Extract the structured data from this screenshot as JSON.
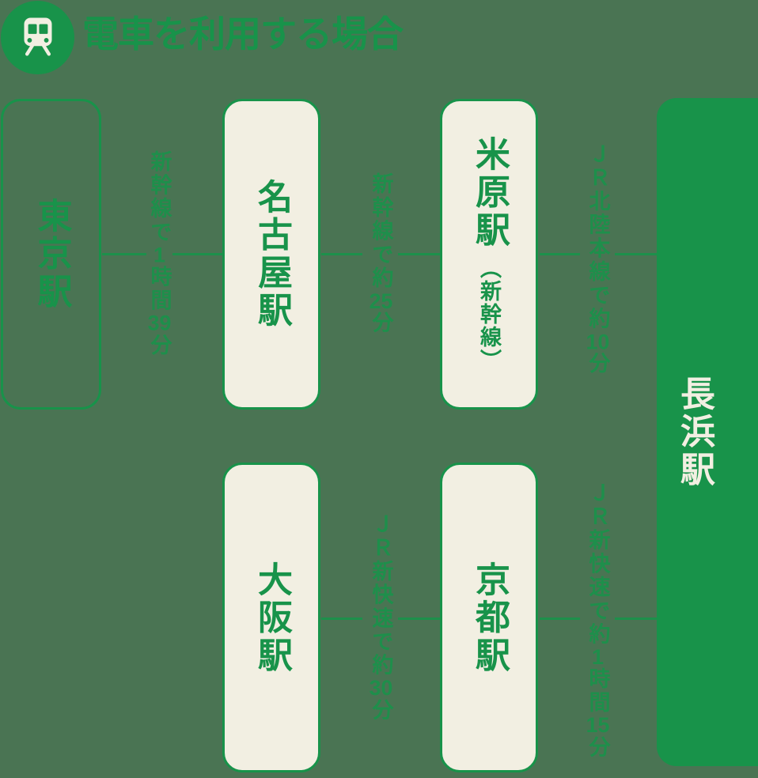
{
  "header": {
    "title": "電車を利用する場合",
    "icon": "train-icon"
  },
  "colors": {
    "background": "#4a7453",
    "accent_green": "#18934a",
    "cream": "#f2efe2"
  },
  "destination": {
    "name": "長浜駅"
  },
  "routes": {
    "shinkansen_route": {
      "stations": [
        {
          "name": "東京駅"
        },
        {
          "name": "名古屋駅"
        },
        {
          "name": "米原駅",
          "note": "（新幹線）"
        }
      ],
      "legs": [
        {
          "from": "東京駅",
          "to": "名古屋駅",
          "label": "新幹線で1時間39分"
        },
        {
          "from": "名古屋駅",
          "to": "米原駅",
          "label": "新幹線で約25分"
        },
        {
          "from": "米原駅",
          "to": "長浜駅",
          "label": "ＪＲ北陸本線で約10分"
        }
      ]
    },
    "west_route": {
      "stations": [
        {
          "name": "大阪駅"
        },
        {
          "name": "京都駅"
        }
      ],
      "legs": [
        {
          "from": "大阪駅",
          "to": "京都駅",
          "label": "ＪＲ新快速で約30分"
        },
        {
          "from": "京都駅",
          "to": "長浜駅",
          "label": "ＪＲ新快速で約1時間15分"
        }
      ]
    }
  }
}
